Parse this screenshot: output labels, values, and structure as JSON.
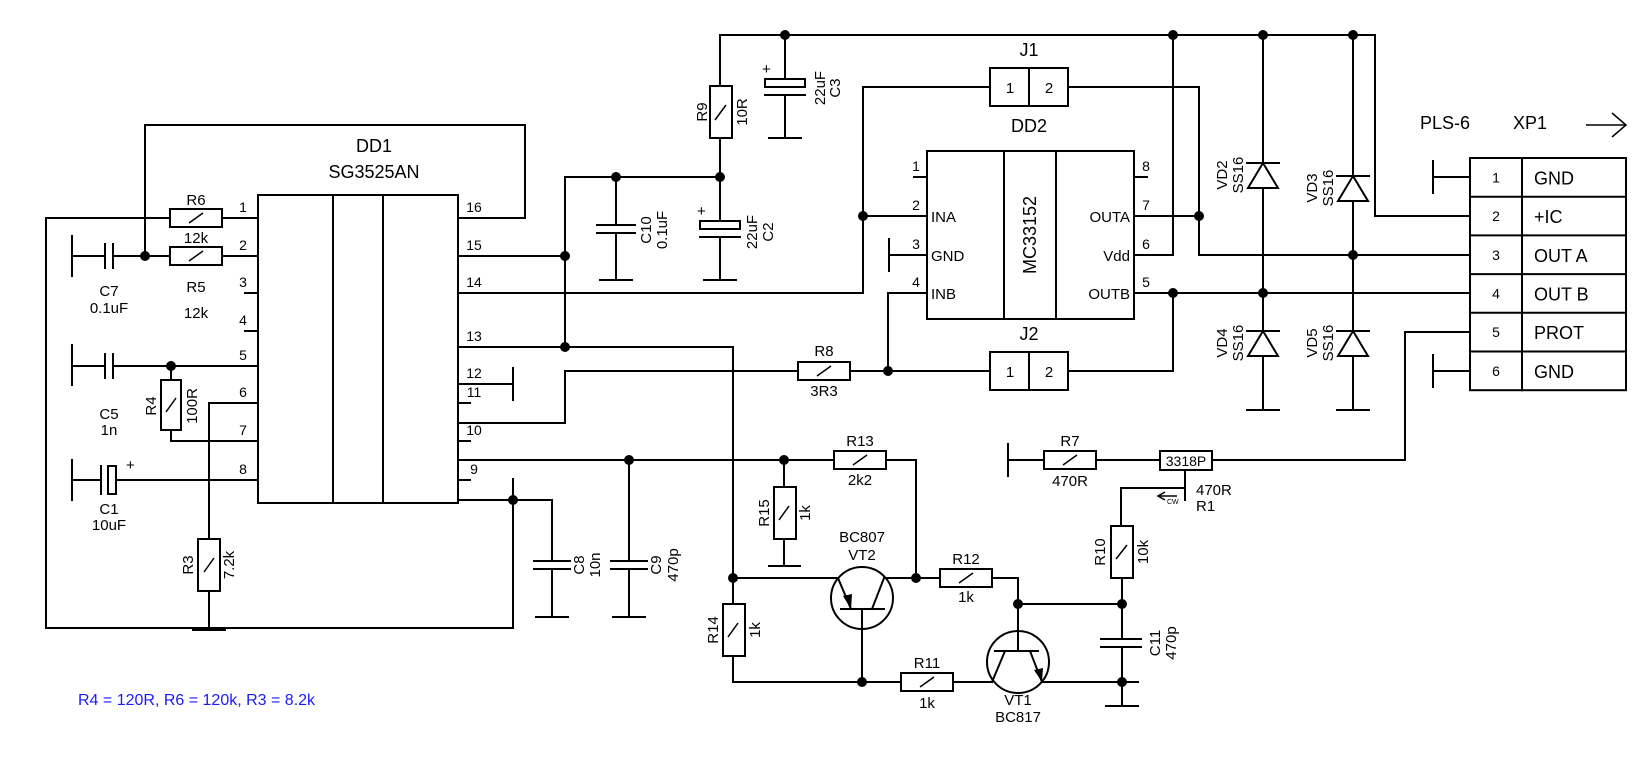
{
  "ic_dd1": {
    "ref": "DD1",
    "part": "SG3525AN",
    "pins": [
      "1",
      "2",
      "3",
      "4",
      "5",
      "6",
      "7",
      "8",
      "9",
      "10",
      "11",
      "12",
      "13",
      "14",
      "15",
      "16"
    ]
  },
  "ic_dd2": {
    "ref": "DD2",
    "part": "MC33152",
    "left_pins": [
      {
        "n": "1",
        "name": ""
      },
      {
        "n": "2",
        "name": "INA"
      },
      {
        "n": "3",
        "name": "GND"
      },
      {
        "n": "4",
        "name": "INB"
      }
    ],
    "right_pins": [
      {
        "n": "8",
        "name": ""
      },
      {
        "n": "7",
        "name": "OUTA"
      },
      {
        "n": "6",
        "name": "Vdd"
      },
      {
        "n": "5",
        "name": "OUTB"
      }
    ]
  },
  "jumpers": {
    "j1": {
      "ref": "J1",
      "p1": "1",
      "p2": "2"
    },
    "j2": {
      "ref": "J2",
      "p1": "1",
      "p2": "2"
    }
  },
  "resistors": {
    "r1": {
      "ref": "R1",
      "value": "470R",
      "part": "3318P",
      "dir": "CW"
    },
    "r3": {
      "ref": "R3",
      "value": "7.2k"
    },
    "r4": {
      "ref": "R4",
      "value": "100R"
    },
    "r5": {
      "ref": "R5",
      "value": "12k"
    },
    "r6": {
      "ref": "R6",
      "value": "12k"
    },
    "r7": {
      "ref": "R7",
      "value": "470R"
    },
    "r8": {
      "ref": "R8",
      "value": "3R3"
    },
    "r9": {
      "ref": "R9",
      "value": "10R"
    },
    "r10": {
      "ref": "R10",
      "value": "10k"
    },
    "r11": {
      "ref": "R11",
      "value": "1k"
    },
    "r12": {
      "ref": "R12",
      "value": "1k"
    },
    "r13": {
      "ref": "R13",
      "value": "2k2"
    },
    "r14": {
      "ref": "R14",
      "value": "1k"
    },
    "r15": {
      "ref": "R15",
      "value": "1k"
    }
  },
  "capacitors": {
    "c1": {
      "ref": "C1",
      "value": "10uF"
    },
    "c2": {
      "ref": "C2",
      "value": "22uF"
    },
    "c3": {
      "ref": "C3",
      "value": "22uF"
    },
    "c5": {
      "ref": "C5",
      "value": "1n"
    },
    "c7": {
      "ref": "C7",
      "value": "0.1uF"
    },
    "c8": {
      "ref": "C8",
      "value": "10n"
    },
    "c9": {
      "ref": "C9",
      "value": "470p"
    },
    "c10": {
      "ref": "C10",
      "value": "0.1uF"
    },
    "c11": {
      "ref": "C11",
      "value": "470p"
    }
  },
  "diodes": {
    "vd2": {
      "ref": "VD2",
      "value": "SS16"
    },
    "vd3": {
      "ref": "VD3",
      "value": "SS16"
    },
    "vd4": {
      "ref": "VD4",
      "value": "SS16"
    },
    "vd5": {
      "ref": "VD5",
      "value": "SS16"
    }
  },
  "transistors": {
    "vt1": {
      "ref": "VT1",
      "part": "BC817"
    },
    "vt2": {
      "ref": "VT2",
      "part": "BC807"
    }
  },
  "connector": {
    "ref": "XP1",
    "part": "PLS-6",
    "pins": [
      {
        "n": "1",
        "name": "GND"
      },
      {
        "n": "2",
        "name": "+IC"
      },
      {
        "n": "3",
        "name": "OUT A"
      },
      {
        "n": "4",
        "name": "OUT B"
      },
      {
        "n": "5",
        "name": "PROT"
      },
      {
        "n": "6",
        "name": "GND"
      }
    ]
  },
  "note": "R4 = 120R, R6 = 120k, R3 = 8.2k",
  "colors": {
    "note": "#1a1aff",
    "wire": "#000000"
  }
}
